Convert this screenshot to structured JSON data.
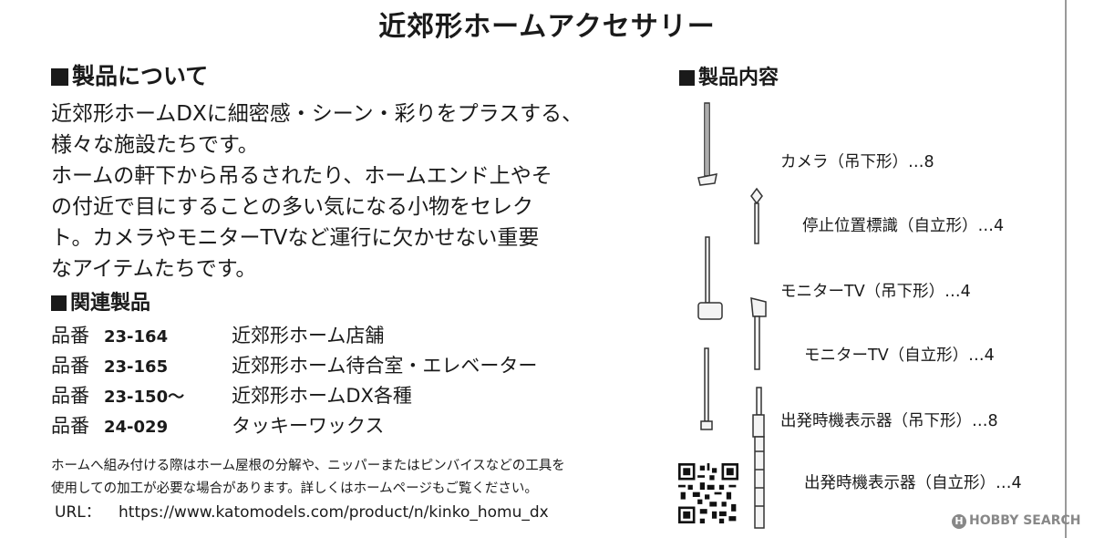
{
  "title": "近郊形ホームアクセサリー",
  "about": {
    "heading": "製品について",
    "lines": [
      "近郊形ホームDXに細密感・シーン・彩りをプラスする、",
      "様々な施設たちです。",
      "ホームの軒下から吊るされたり、ホームエンド上やそ",
      "の付近で目にすることの多い気になる小物をセレク",
      "ト。カメラやモニターTVなど運行に欠かせない重要",
      "なアイテムたちです。"
    ]
  },
  "related": {
    "heading": "関連製品",
    "items": [
      {
        "label": "品番",
        "number": "23-164",
        "name": "近郊形ホーム店舗"
      },
      {
        "label": "品番",
        "number": "23-165",
        "name": "近郊形ホーム待合室・エレベーター"
      },
      {
        "label": "品番",
        "number": "23-150～",
        "name": "近郊形ホームDX各種"
      },
      {
        "label": "品番",
        "number": "24-029",
        "name": "タッキーワックス"
      }
    ]
  },
  "note": {
    "lines": [
      "ホームへ組み付ける際はホーム屋根の分解や、ニッパーまたはピンバイスなどの工具を",
      "使用しての加工が必要な場合があります。詳しくはホームページもご覧ください。"
    ]
  },
  "url": {
    "label": "URL：",
    "value": "https://www.katomodels.com/product/n/kinko_homu_dx"
  },
  "contents": {
    "heading": "製品内容",
    "items": [
      "カメラ（吊下形）…8",
      "停止位置標識（自立形）…4",
      "モニターTV（吊下形）…4",
      "モニターTV（自立形）…4",
      "出発時機表示器（吊下形）…8",
      "出発時機表示器（自立形）…4"
    ]
  },
  "watermark": {
    "logo": "H",
    "text": "HOBBY SEARCH"
  }
}
